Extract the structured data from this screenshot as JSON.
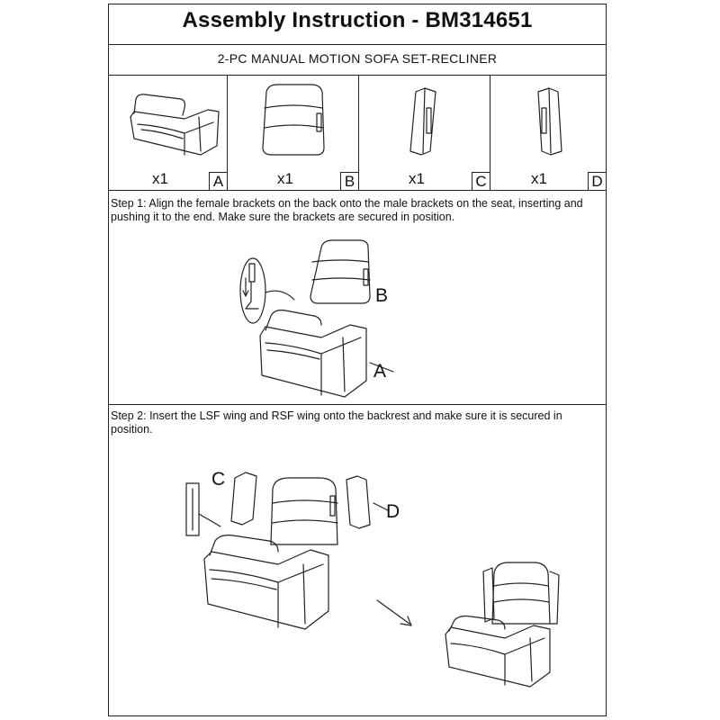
{
  "header": {
    "title": "Assembly Instruction - BM314651",
    "subtitle": "2-PC MANUAL MOTION SOFA SET-RECLINER"
  },
  "parts": [
    {
      "qty": "x1",
      "label": "A"
    },
    {
      "qty": "x1",
      "label": "B"
    },
    {
      "qty": "x1",
      "label": "C"
    },
    {
      "qty": "x1",
      "label": "D"
    }
  ],
  "steps": [
    {
      "text": "Step 1: Align the female brackets on the back onto the male brackets on the seat, inserting and pushing it to the end. Make sure the brackets are secured in position."
    },
    {
      "text": "Step 2: Insert the LSF wing and RSF wing onto the backrest and make sure it is secured in position."
    }
  ],
  "callouts": {
    "step1": [
      "B",
      "A"
    ],
    "step2": [
      "C",
      "D"
    ]
  }
}
